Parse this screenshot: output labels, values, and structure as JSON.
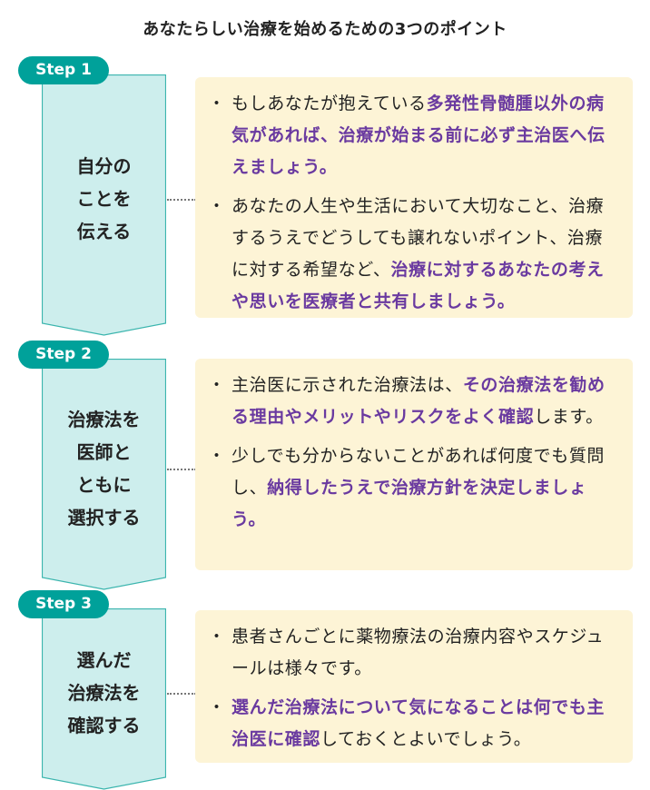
{
  "title": "あなたらしい治療を始めるための3つのポイント",
  "colors": {
    "badge": "#00a19a",
    "arrow_fill": "#cdeeed",
    "arrow_border": "#3bb5ae",
    "box": "#fdf4d6",
    "highlight": "#6a3aa0"
  },
  "steps": [
    {
      "badge": "Step 1",
      "label": [
        "自分の",
        "ことを",
        "伝える"
      ],
      "bullets": [
        [
          {
            "t": "もしあなたが抱えている"
          },
          {
            "t": "多発性骨髄腫以外の病気があれば、治療が始まる前に必ず主治医へ伝えましょう。",
            "hl": true
          }
        ],
        [
          {
            "t": "あなたの人生や生活において大切なこと、治療するうえでどうしても譲れないポイント、治療に対する希望など、"
          },
          {
            "t": "治療に対するあなたの考えや思いを医療者と共有しましょう。",
            "hl": true
          }
        ]
      ]
    },
    {
      "badge": "Step 2",
      "label": [
        "治療法を",
        "医師と",
        "ともに",
        "選択する"
      ],
      "bullets": [
        [
          {
            "t": "主治医に示された治療法は、"
          },
          {
            "t": "その治療法を勧める理由やメリットやリスクをよく確認",
            "hl": true
          },
          {
            "t": "します。"
          }
        ],
        [
          {
            "t": "少しでも分からないことがあれば何度でも質問し、"
          },
          {
            "t": "納得したうえで治療方針を決定しましょう。",
            "hl": true
          }
        ]
      ]
    },
    {
      "badge": "Step 3",
      "label": [
        "選んだ",
        "治療法を",
        "確認する"
      ],
      "bullets": [
        [
          {
            "t": "患者さんごとに薬物療法の治療内容やスケジュールは様々です。"
          }
        ],
        [
          {
            "t": "選んだ治療法について気になることは何でも主治医に確認",
            "hl": true
          },
          {
            "t": "しておくとよいでしょう。"
          }
        ]
      ]
    }
  ]
}
